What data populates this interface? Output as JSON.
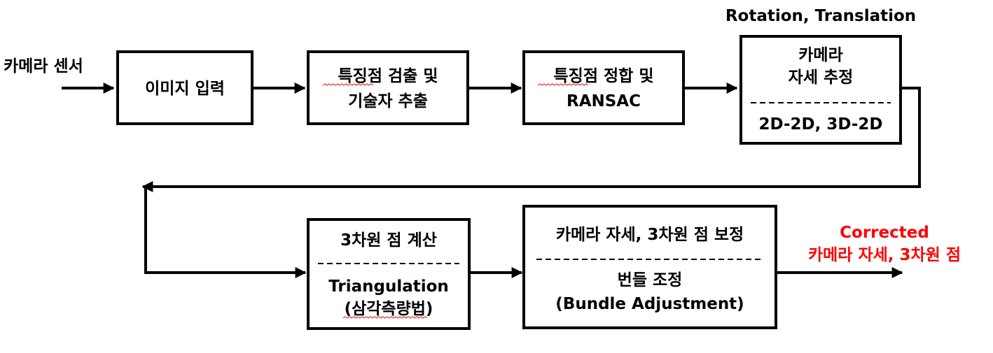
{
  "colors": {
    "line": "#000000",
    "highlight": "#ff0000",
    "spellcheck": "#e23a3a"
  },
  "input_label": "카메라 센서",
  "pose_io_label": "Rotation, Translation",
  "output_label": {
    "line1": "Corrected",
    "line2": "카메라 자세, 3차원 점"
  },
  "blocks": {
    "image_input": {
      "line1": "이미지 입력"
    },
    "feature_detect": {
      "line1": "특징점 검출 및",
      "line2": "기술자 추출"
    },
    "feature_match": {
      "line1": "특징점 정합 및",
      "line2": "RANSAC"
    },
    "pose_estimate": {
      "line1": "카메라",
      "line2": "자세 추정",
      "sub": "2D-2D, 3D-2D"
    },
    "triangulation": {
      "line1": "3차원 점 계산",
      "sub1": "Triangulation",
      "sub2": "(삼각측량법)"
    },
    "bundle_adjust": {
      "line1": "카메라 자세, 3차원 점 보정",
      "sub1": "번들 조정",
      "sub2": "(Bundle Adjustment)"
    }
  }
}
